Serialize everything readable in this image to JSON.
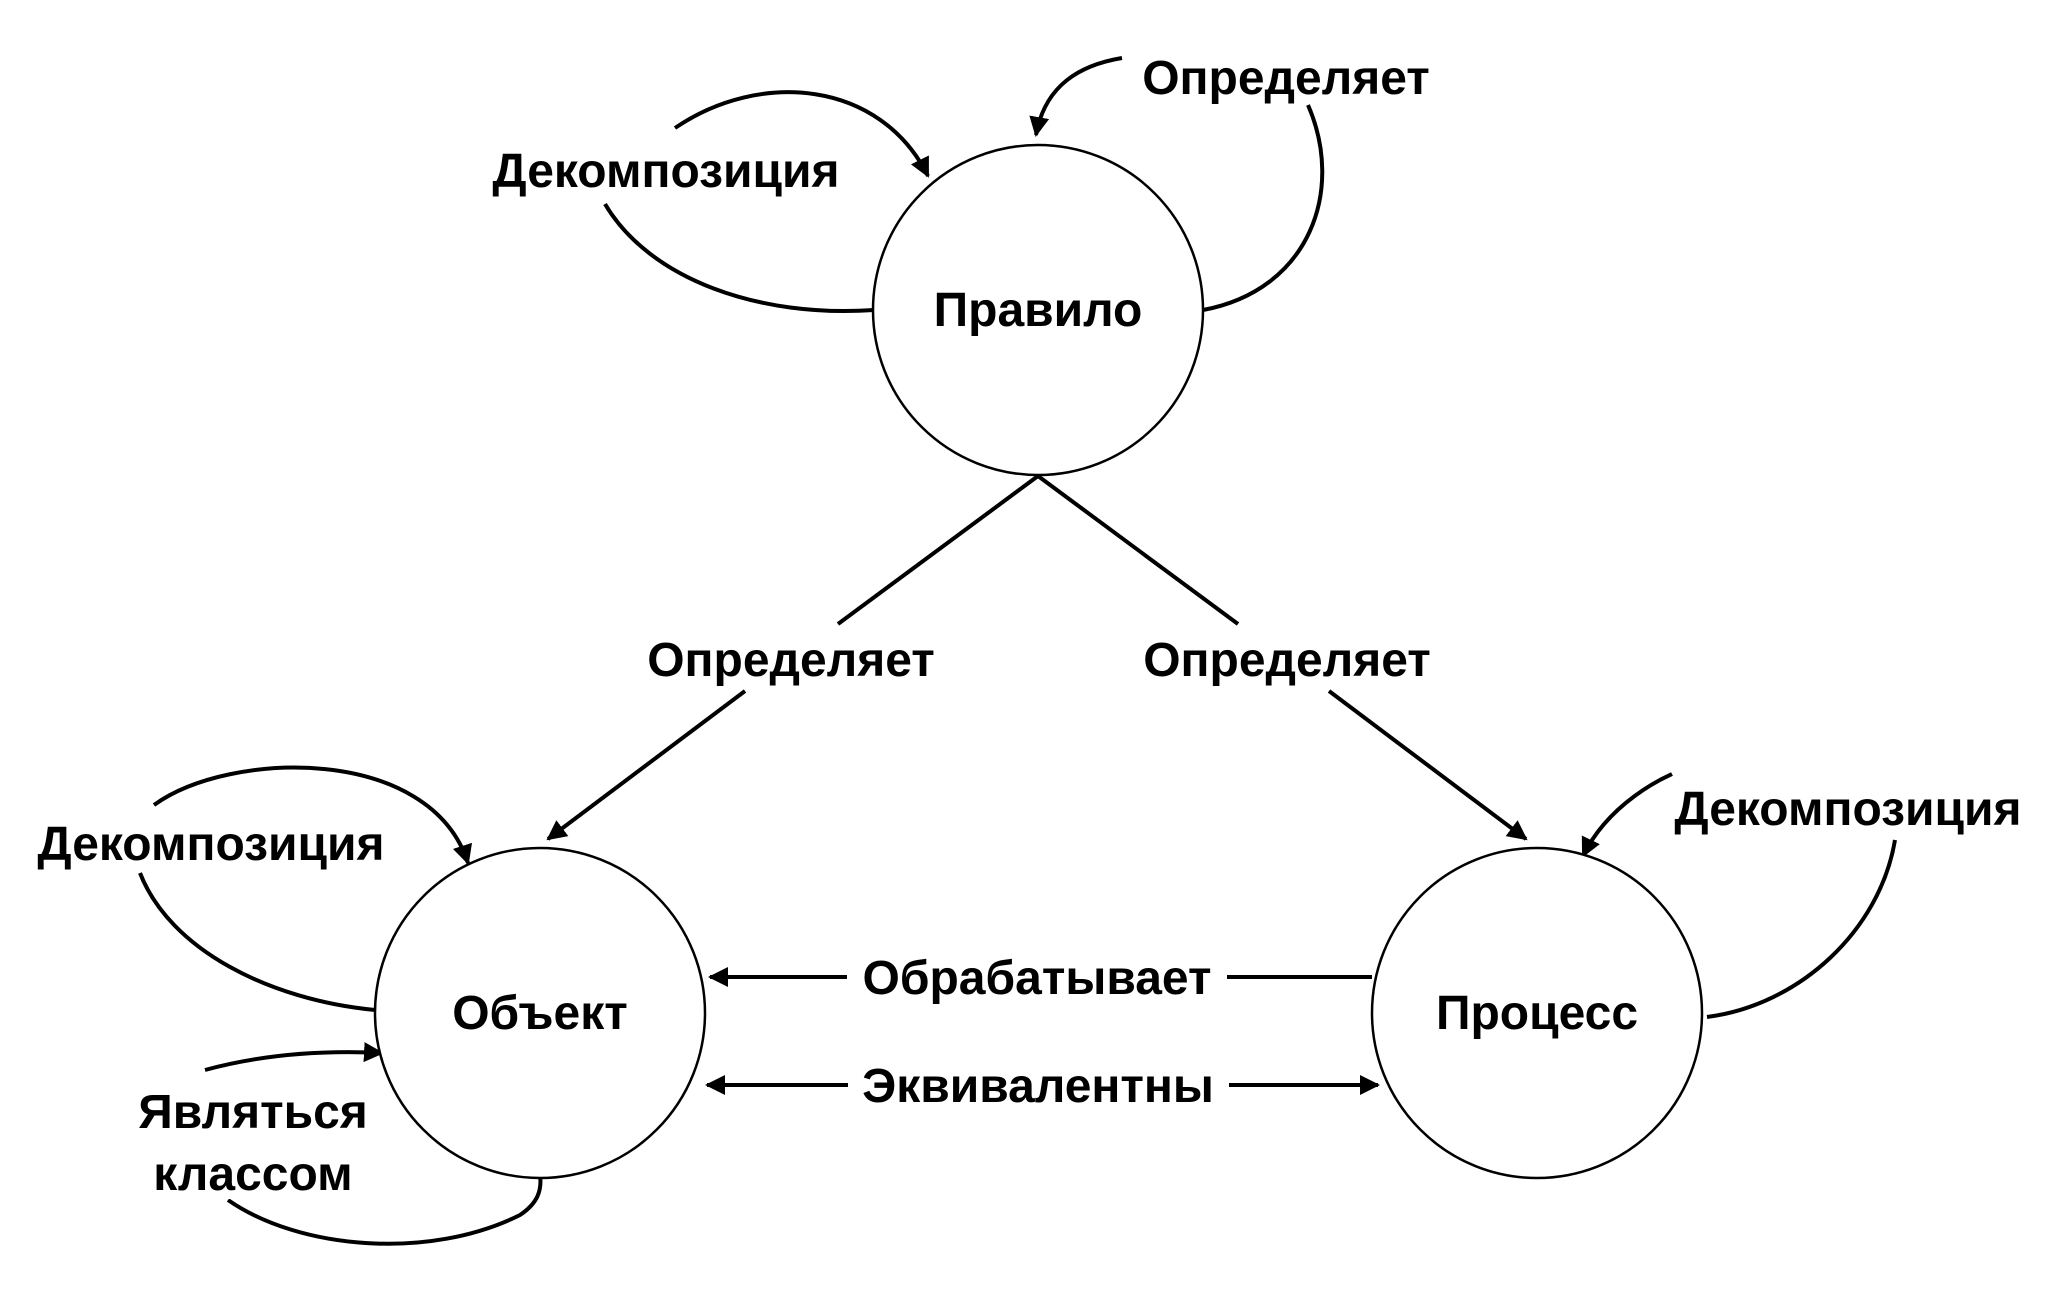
{
  "nodes": {
    "rule": {
      "label": "Правило"
    },
    "object": {
      "label": "Объект"
    },
    "process": {
      "label": "Процесс"
    }
  },
  "edges": {
    "rule_self_decomposition": {
      "label": "Декомпозиция"
    },
    "rule_self_defines": {
      "label": "Определяет"
    },
    "rule_to_object": {
      "label": "Определяет"
    },
    "rule_to_process": {
      "label": "Определяет"
    },
    "object_self_decomposition": {
      "label": "Декомпозиция"
    },
    "process_self_decomposition": {
      "label": "Декомпозиция"
    },
    "process_to_object": {
      "label": "Обрабатывает"
    },
    "object_process_equivalent": {
      "label": "Эквивалентны"
    },
    "object_self_class": {
      "label_line1": "Являться",
      "label_line2": "классом"
    }
  },
  "colors": {
    "stroke": "#000000",
    "background": "#ffffff"
  }
}
